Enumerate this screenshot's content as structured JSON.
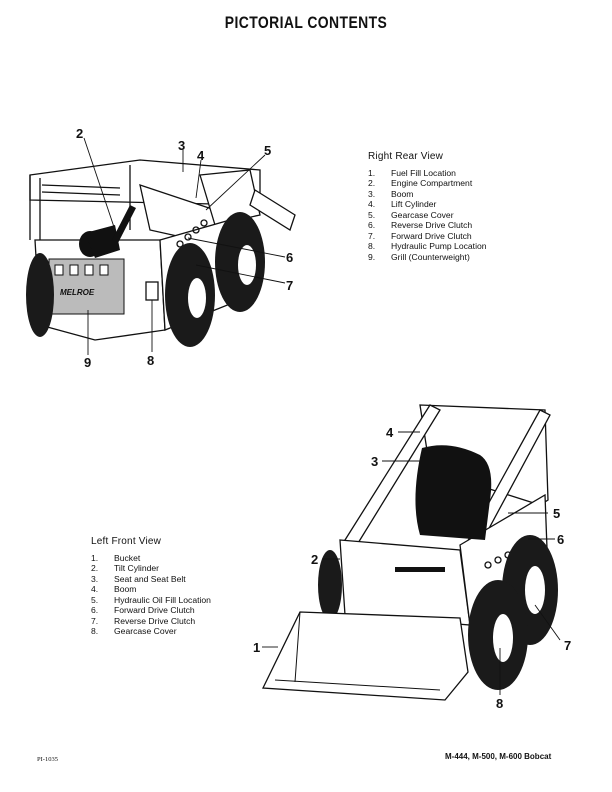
{
  "page": {
    "title": "PICTORIAL CONTENTS",
    "footer_left": "PI-1035",
    "footer_right": "M-444, M-500, M-600 Bobcat"
  },
  "right_rear_view": {
    "heading": "Right Rear View",
    "items": [
      {
        "num": "1.",
        "label": "Fuel Fill Location"
      },
      {
        "num": "2.",
        "label": "Engine Compartment"
      },
      {
        "num": "3.",
        "label": "Boom"
      },
      {
        "num": "4.",
        "label": "Lift Cylinder"
      },
      {
        "num": "5.",
        "label": "Gearcase Cover"
      },
      {
        "num": "6.",
        "label": "Reverse Drive Clutch"
      },
      {
        "num": "7.",
        "label": "Forward Drive Clutch"
      },
      {
        "num": "8.",
        "label": "Hydraulic Pump Location"
      },
      {
        "num": "9.",
        "label": "Grill (Counterweight)"
      }
    ],
    "callouts": [
      "2",
      "3",
      "4",
      "5",
      "6",
      "7",
      "8",
      "9"
    ],
    "grill_text": "MELROE"
  },
  "left_front_view": {
    "heading": "Left Front View",
    "items": [
      {
        "num": "1.",
        "label": "Bucket"
      },
      {
        "num": "2.",
        "label": "Tilt Cylinder"
      },
      {
        "num": "3.",
        "label": "Seat and Seat Belt"
      },
      {
        "num": "4.",
        "label": "Boom"
      },
      {
        "num": "5.",
        "label": "Hydraulic Oil Fill Location"
      },
      {
        "num": "6.",
        "label": "Forward Drive Clutch"
      },
      {
        "num": "7.",
        "label": "Reverse Drive Clutch"
      },
      {
        "num": "8.",
        "label": "Gearcase Cover"
      }
    ],
    "callouts": [
      "1",
      "2",
      "3",
      "4",
      "5",
      "6",
      "7",
      "8"
    ]
  }
}
